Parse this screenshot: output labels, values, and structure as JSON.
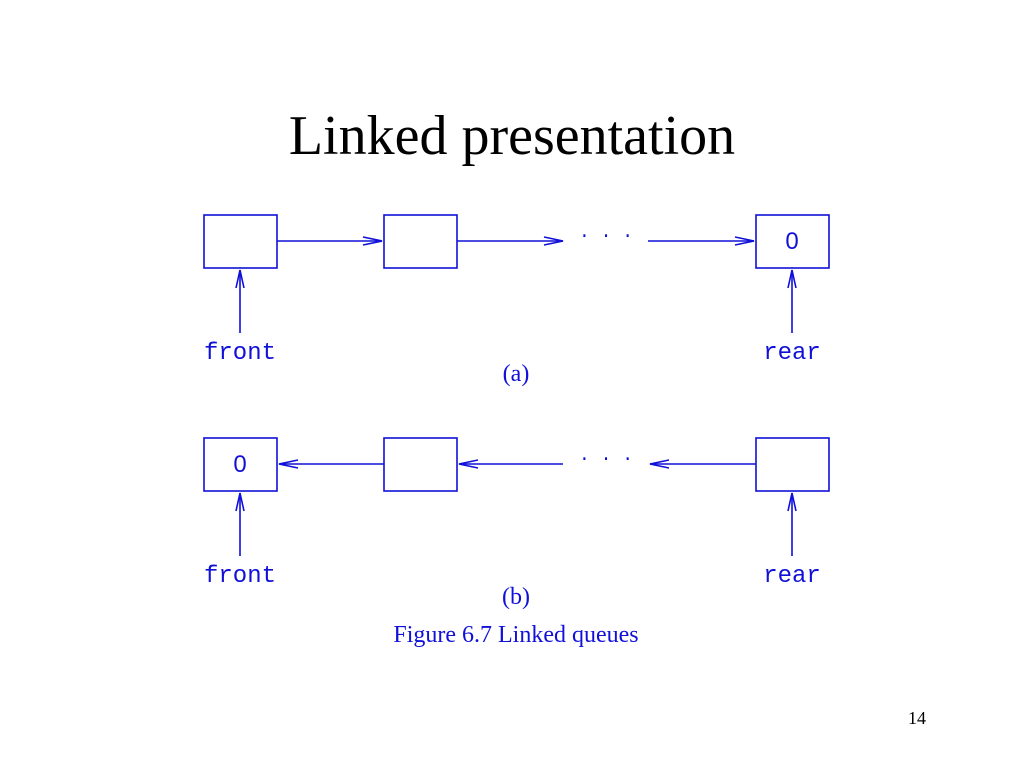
{
  "slide": {
    "title": "Linked presentation",
    "page_number": "14"
  },
  "figure": {
    "color": "#1010d8",
    "caption": "Figure 6.7 Linked queues",
    "ellipsis": "· · ·",
    "a": {
      "label": "(a)",
      "last_node_value": "0",
      "front_label": "front",
      "rear_label": "rear"
    },
    "b": {
      "label": "(b)",
      "first_node_value": "0",
      "front_label": "front",
      "rear_label": "rear"
    }
  }
}
